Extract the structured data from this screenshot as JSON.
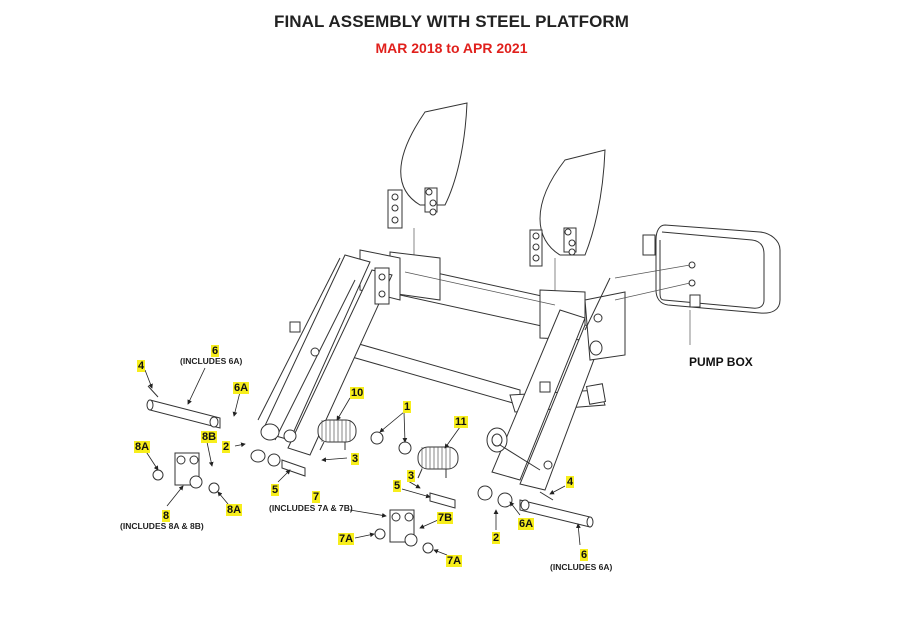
{
  "header": {
    "title": "FINAL ASSEMBLY WITH STEEL PLATFORM",
    "subtitle": "MAR 2018 to APR 2021",
    "subtitle_color": "#e0201c"
  },
  "callout_color": "#f7ee1c",
  "callouts": {
    "c4_left": "4",
    "c6_left": "6",
    "c6_left_note": "(INCLUDES 6A)",
    "c6a_left": "6A",
    "c8b": "8B",
    "c2_left": "2",
    "c8a_left": "8A",
    "c8a_right": "8A",
    "c8": "8",
    "c8_note": "(INCLUDES 8A & 8B)",
    "c10": "10",
    "c1": "1",
    "c3_left": "3",
    "c5_left": "5",
    "c7": "7",
    "c7_note": "(INCLUDES 7A & 7B)",
    "c11": "11",
    "c3_right": "3",
    "c5_right": "5",
    "c7b": "7B",
    "c7a_left": "7A",
    "c7a_right": "7A",
    "c2_right": "2",
    "c6a_right": "6A",
    "c4_right": "4",
    "c6_right": "6",
    "c6_right_note": "(INCLUDES 6A)"
  },
  "labels": {
    "pump_box": "PUMP BOX"
  }
}
